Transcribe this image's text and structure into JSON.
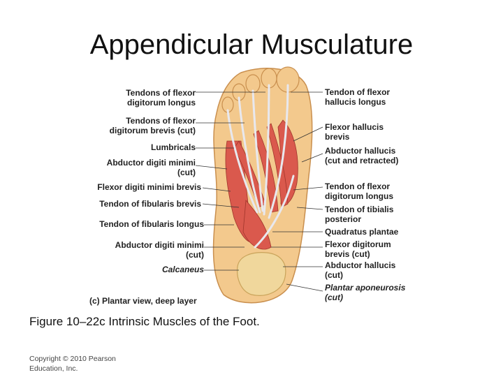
{
  "slide": {
    "title": "Appendicular Musculature",
    "caption": "Figure 10–22c Intrinsic Muscles of the Foot.",
    "copyright_line1": "Copyright © 2010 Pearson",
    "copyright_line2": "Education, Inc."
  },
  "figure": {
    "view_label": "(c) Plantar view, deep layer",
    "left_labels": [
      {
        "line1": "Tendons of flexor",
        "line2": "digitorum longus"
      },
      {
        "line1": "Tendons of flexor",
        "line2": "digitorum brevis (cut)"
      },
      {
        "line1": "Lumbricals",
        "line2": ""
      },
      {
        "line1": "Abductor digiti minimi",
        "line2": "(cut)"
      },
      {
        "line1": "Flexor digiti minimi brevis",
        "line2": ""
      },
      {
        "line1": "Tendon of fibularis brevis",
        "line2": ""
      },
      {
        "line1": "Tendon of fibularis longus",
        "line2": ""
      },
      {
        "line1": "Abductor digiti minimi",
        "line2": "(cut)"
      },
      {
        "line1": "Calcaneus",
        "line2": ""
      }
    ],
    "right_labels": [
      {
        "line1": "Tendon of flexor",
        "line2": "hallucis longus"
      },
      {
        "line1": "Flexor hallucis",
        "line2": "brevis"
      },
      {
        "line1": "Abductor hallucis",
        "line2": "(cut and retracted)"
      },
      {
        "line1": "Tendon of flexor",
        "line2": "digitorum longus"
      },
      {
        "line1": "Tendon of tibialis",
        "line2": "posterior"
      },
      {
        "line1": "Quadratus plantae",
        "line2": ""
      },
      {
        "line1": "Flexor digitorum",
        "line2": "brevis (cut)"
      },
      {
        "line1": "Abductor hallucis",
        "line2": "(cut)"
      },
      {
        "line1": "Plantar aponeurosis",
        "line2": "(cut)"
      }
    ],
    "colors": {
      "skin": "#f3c98d",
      "muscle": "#d9544a",
      "tendon": "#e8e8ee",
      "bone": "#f0d79c"
    }
  }
}
